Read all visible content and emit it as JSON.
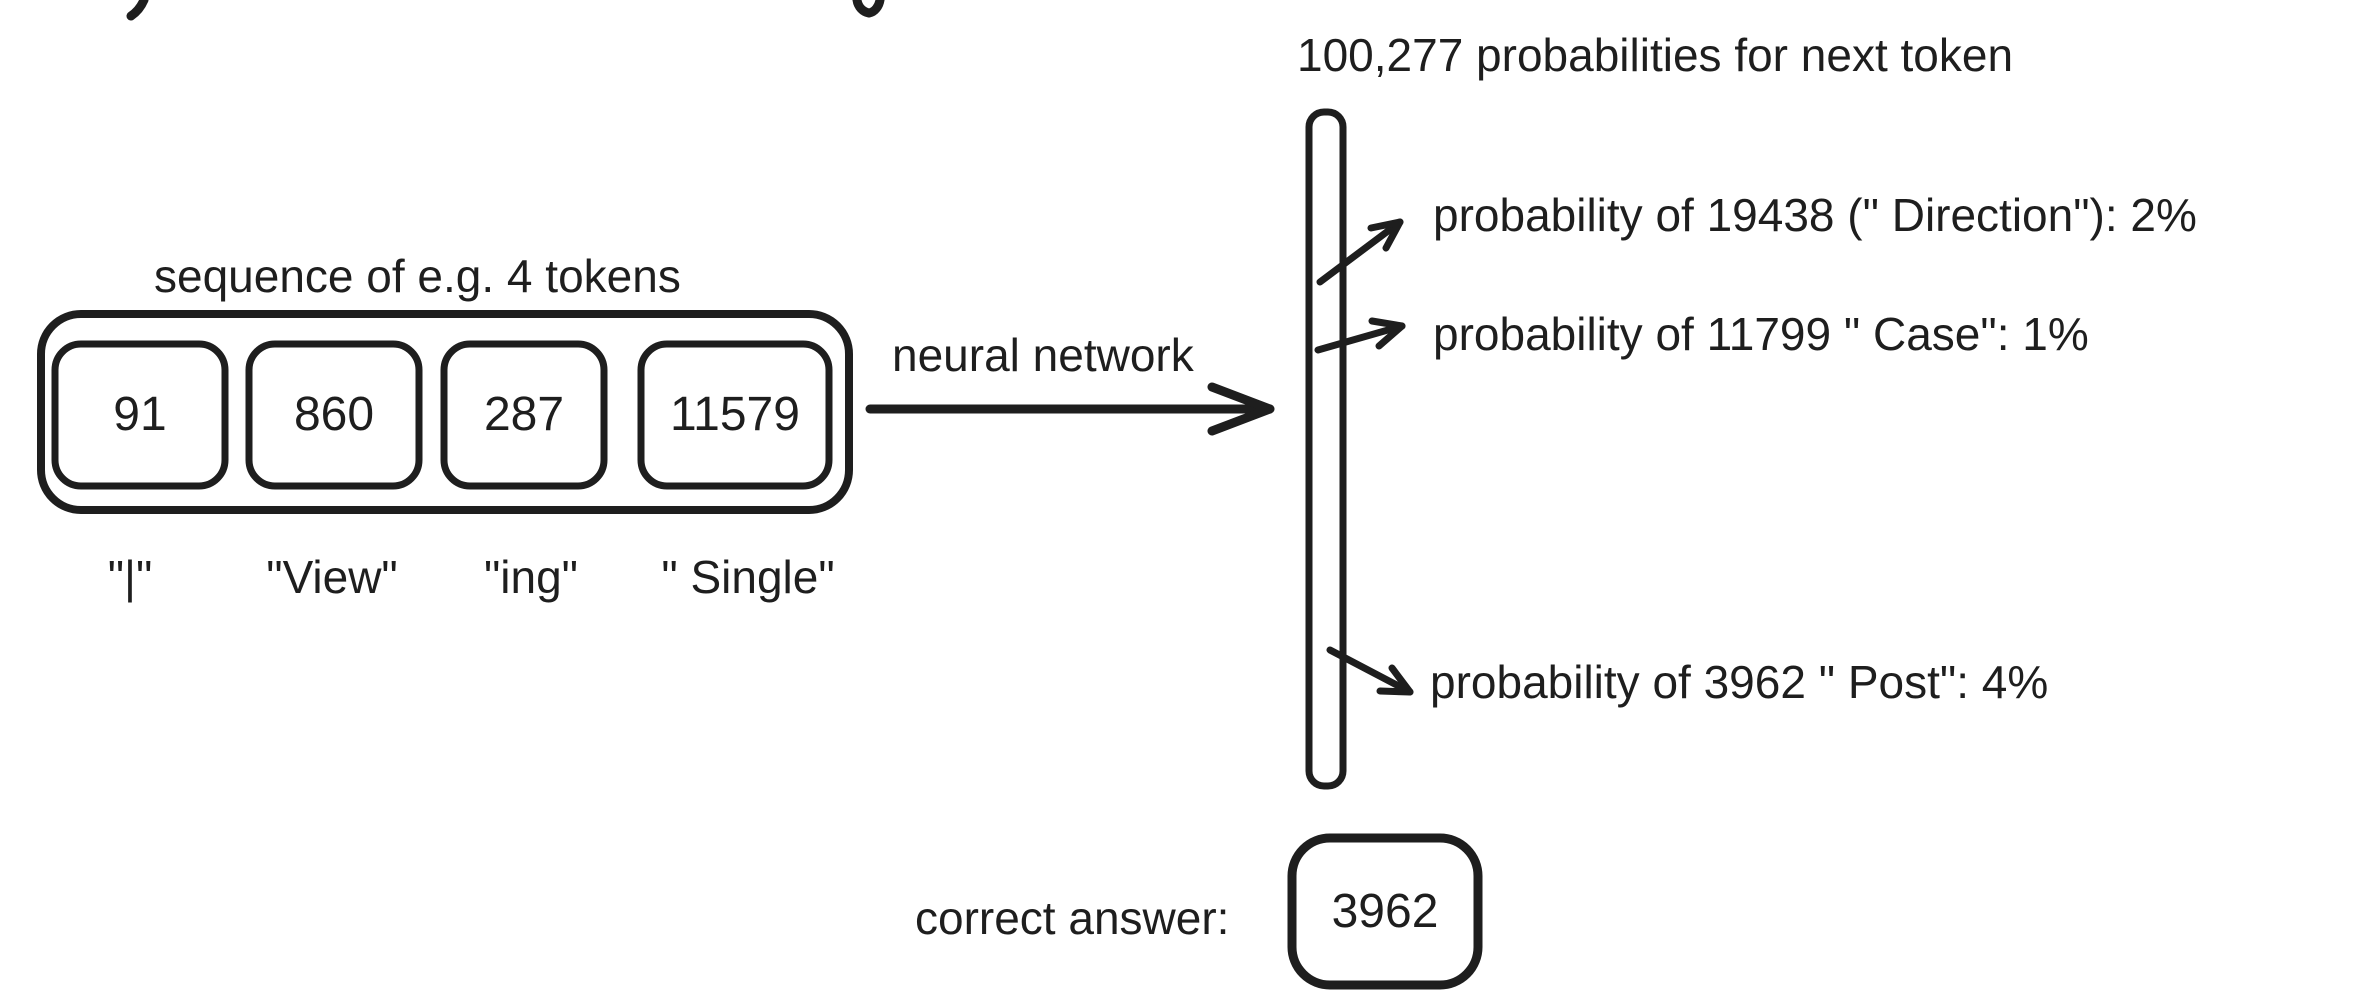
{
  "colors": {
    "ink": "#1e1e1e",
    "background": "#ffffff"
  },
  "sequence": {
    "label": "sequence of e.g. 4 tokens",
    "tokens": [
      {
        "id": "91",
        "text": "\"|\""
      },
      {
        "id": "860",
        "text": "\"View\""
      },
      {
        "id": "287",
        "text": "\"ing\""
      },
      {
        "id": "11579",
        "text": "\" Single\""
      }
    ]
  },
  "network": {
    "label": "neural network"
  },
  "output": {
    "title": "100,277 probabilities for next token",
    "probabilities": [
      "probability of 19438 (\" Direction\"): 2%",
      "probability of 11799 \" Case\": 1%",
      "probability of 3962 \" Post\": 4%"
    ]
  },
  "answer": {
    "label": "correct answer:",
    "value": "3962"
  }
}
